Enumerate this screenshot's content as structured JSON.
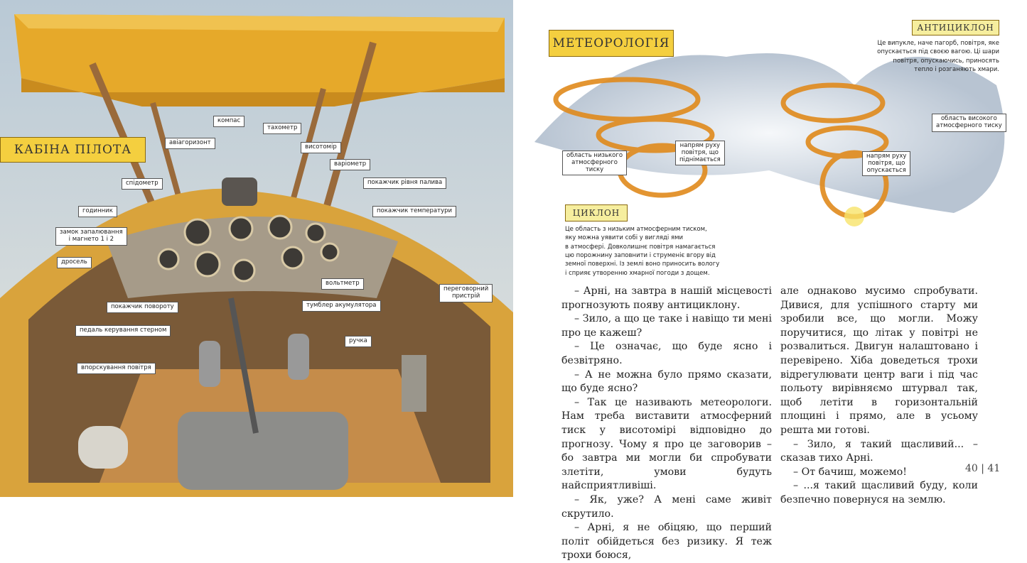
{
  "left_page": {
    "title": "КАБІНА ПІЛОТА",
    "labels": {
      "compass": "компас",
      "tachometer": "тахометр",
      "attitude": "авіагоризонт",
      "altimeter": "висотомір",
      "variometer": "варіометр",
      "speedometer": "спідометр",
      "fuel": "покажчик рівня палива",
      "temperature": "покажчик температури",
      "clock": "годинник",
      "ignition_1": "замок запалювання",
      "ignition_2": "і магнето 1 і 2",
      "throttle": "дросель",
      "voltmeter": "вольтметр",
      "turn": "покажчик повороту",
      "battery": "тумблер акумулятора",
      "intercom_1": "переговорний",
      "intercom_2": "пристрій",
      "rudder": "педаль керування стерном",
      "stick": "ручка",
      "air": "впорскування повітря"
    }
  },
  "right_page": {
    "title": "МЕТЕОРОЛОГІЯ",
    "anticyclone": {
      "title": "АНТИЦИКЛОН",
      "text": [
        "Це випукле, наче пагорб, повітря, яке",
        "опускається під своєю вагою. Ці шари",
        "повітря, опускаючись, приносять",
        "тепло і розганяють хмари."
      ]
    },
    "cyclone": {
      "title": "ЦИКЛОН",
      "text": [
        "Це область з низьким атмосферним тиском,",
        "яку можна уявити собі у вигляді ями",
        "в атмосфері. Довколишнє повітря намагається",
        "цю порожнину заповнити і струменіє вгору від",
        "земної поверхні. Із землі воно приносить вологу",
        "і сприяє утворенню хмарної погоди з дощем."
      ]
    },
    "diagram_labels": {
      "low_1": "область низького",
      "low_2": "атмосферного",
      "low_3": "тиску",
      "up_1": "напрям руху",
      "up_2": "повітря, що",
      "up_3": "піднімається",
      "high_1": "область високого",
      "high_2": "атмосферного тиску",
      "down_1": "напрям руху",
      "down_2": "повітря, що",
      "down_3": "опускається"
    },
    "col1": [
      "– Арні, на завтра в нашій місцевості прогнозують появу антициклону.",
      "– Зило, а що це таке і навіщо ти мені про це кажеш?",
      "– Це означає, що буде ясно і безвітряно.",
      "– А не можна було прямо сказати, що буде ясно?",
      "– Так це називають метеорологи. Нам треба виставити атмосферний тиск у висотомірі відповідно до прогнозу. Чому я про це заговорив – бо завтра ми могли би спробувати злетіти, умови будуть найсприятливіші.",
      "– Як, уже? А мені саме живіт скрутило.",
      "– Арні, я не обіцяю, що перший політ обійдеться без ризику. Я теж трохи боюся,"
    ],
    "col2": [
      "але однаково мусимо спробувати. Дивися, для успішного старту ми зробили все, що могли. Можу поручитися, що літак у повітрі не розвалиться. Двигун налаштовано і перевірено. Хіба доведеться трохи відрегулювати центр ваги і під час польоту вирівняємо штурвал так, щоб летіти в горизонтальній площині і прямо, але в усьому решта ми готові.",
      "– Зило, я такий щасливий... – сказав тихо Арні.",
      "– От бачиш, можемо!",
      "– ...я такий щасливий буду, коли безпечно повернуся на землю."
    ],
    "page_numbers": "40 | 41"
  }
}
